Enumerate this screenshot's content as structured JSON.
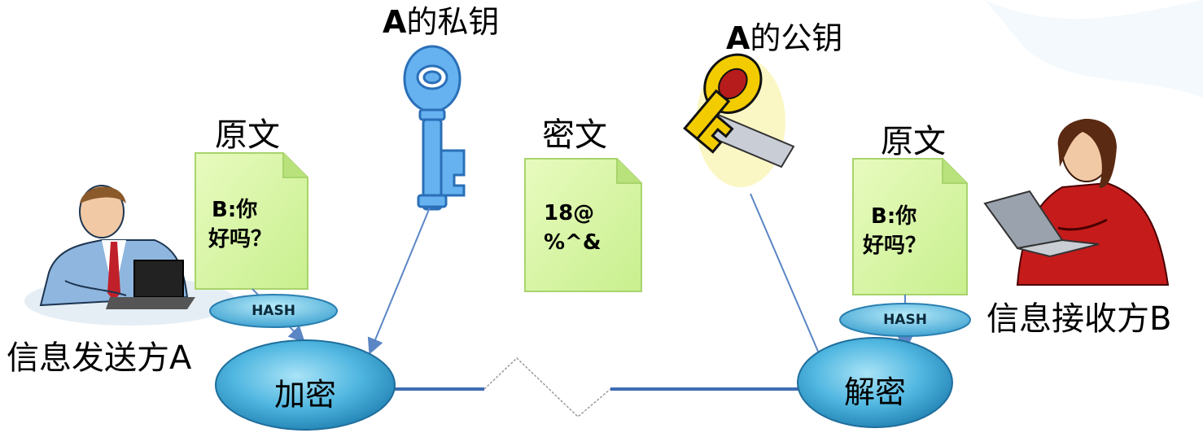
{
  "keys": {
    "private_key_label": "A的私钥",
    "public_key_label": "A的公钥"
  },
  "sender": {
    "label": "信息发送方A",
    "doc_title": "原文",
    "doc_line1": "B:你",
    "doc_line2": "好吗？",
    "hash_label": "HASH",
    "process_label": "加密"
  },
  "ciphertext": {
    "title": "密文",
    "line1": "18@",
    "line2": "%^&"
  },
  "receiver": {
    "label": "信息接收方B",
    "doc_title": "原文",
    "doc_line1": "B:你",
    "doc_line2": "好吗？",
    "hash_label": "HASH",
    "process_label": "解密"
  },
  "colors": {
    "note_fill": "#d8f5a8",
    "oval_fill": "#3aa6d6",
    "arrow": "#5b86c5",
    "link_line": "#3f6db3",
    "private_key": "#3a8fe0",
    "public_key": "#f3cc00"
  },
  "icons": {
    "sender_person": "man-at-laptop-icon",
    "receiver_person": "woman-at-laptop-icon",
    "private_key": "blue-key-icon",
    "public_key": "gold-key-icon"
  }
}
